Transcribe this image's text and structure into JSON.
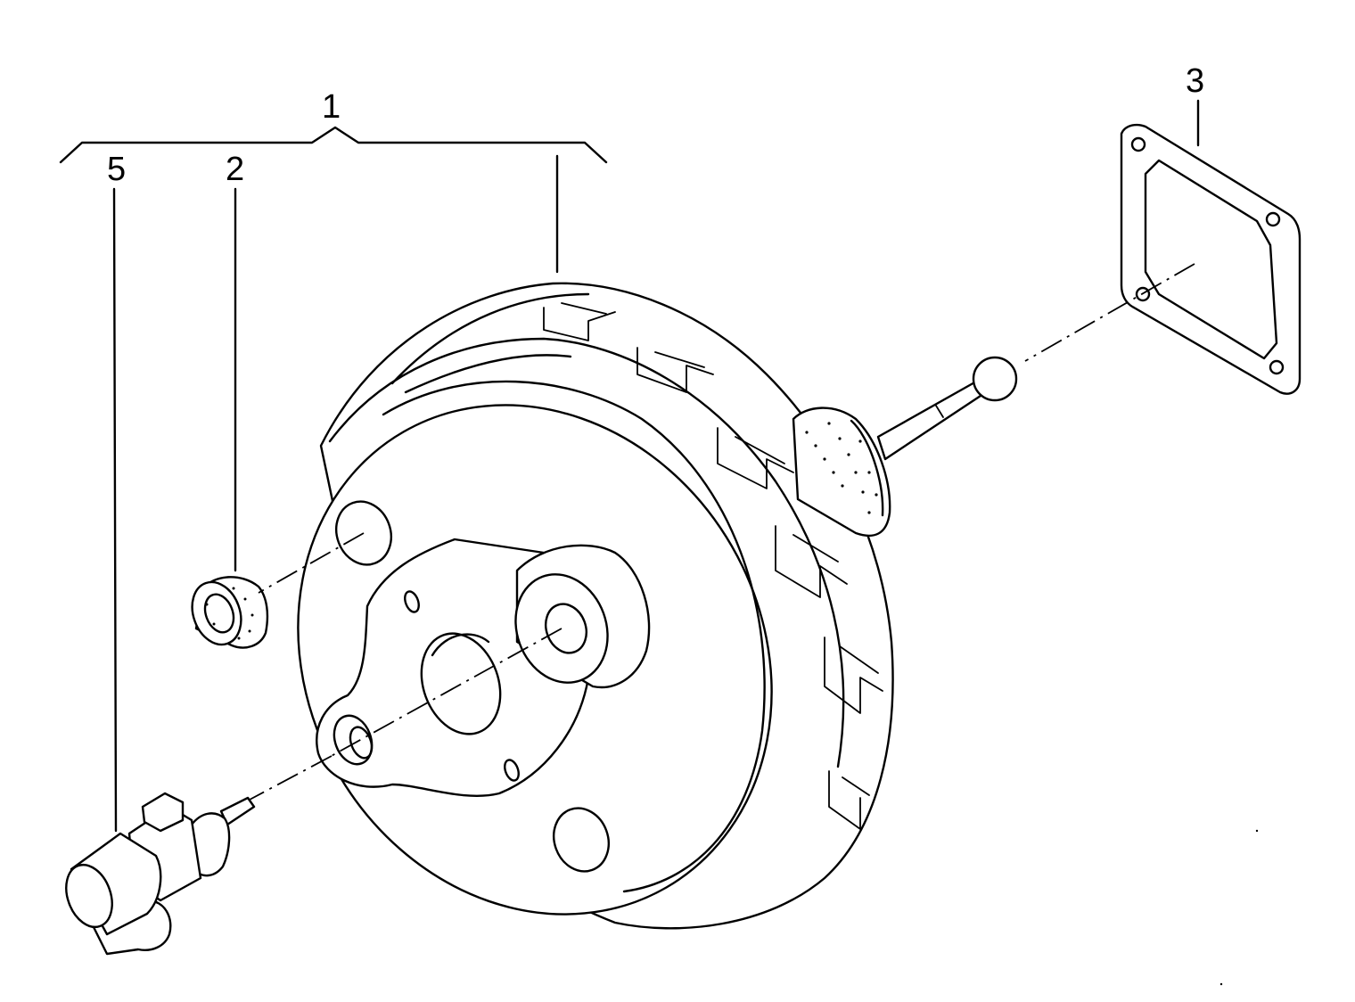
{
  "callouts": {
    "c1": "1",
    "c2": "2",
    "c3": "3",
    "c5": "5"
  },
  "colors": {
    "line": "#000000",
    "background": "#ffffff"
  }
}
